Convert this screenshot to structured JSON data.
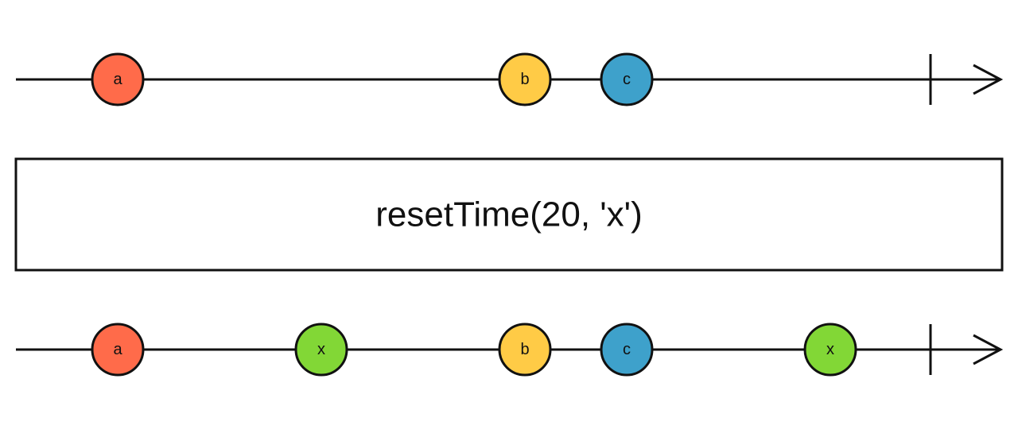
{
  "operator": {
    "label": "resetTime(20, 'x')"
  },
  "colors": {
    "a": "#ff6b4a",
    "b": "#ffcb46",
    "c": "#3ea1cb",
    "x": "#82d736",
    "stroke": "#111111"
  },
  "input_stream": {
    "marbles": [
      {
        "label": "a",
        "time": 0.1
      },
      {
        "label": "b",
        "time": 0.5
      },
      {
        "label": "c",
        "time": 0.6
      }
    ],
    "completed": true,
    "complete_time": 0.9
  },
  "output_stream": {
    "marbles": [
      {
        "label": "a",
        "time": 0.1
      },
      {
        "label": "x",
        "time": 0.3
      },
      {
        "label": "b",
        "time": 0.5
      },
      {
        "label": "c",
        "time": 0.6
      },
      {
        "label": "x",
        "time": 0.8
      }
    ],
    "completed": true,
    "complete_time": 0.9
  }
}
